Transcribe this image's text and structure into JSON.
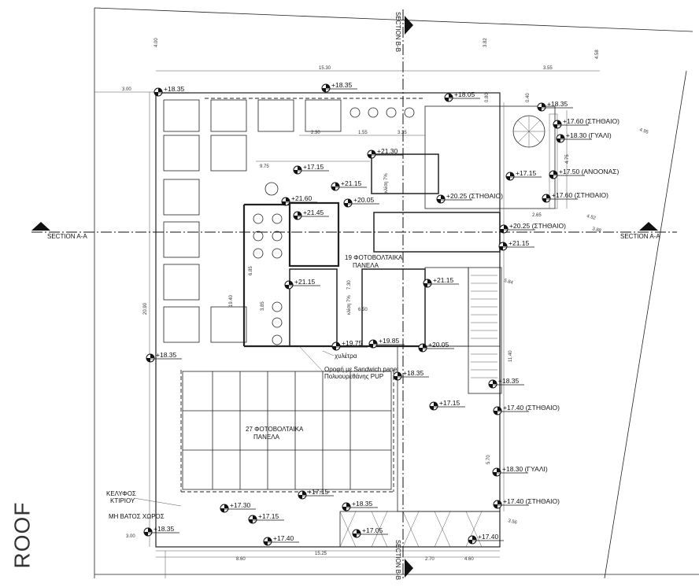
{
  "title": "ROOF",
  "sections": {
    "a_left": "SECTION A-A",
    "a_right": "SECTION A-A",
    "b_top": "SECTION B-B",
    "b_bottom": "SECTION B-B"
  },
  "labels": {
    "panels_19_line1": "19 ΦΟΤΟΒΟΛΤΑΙΚΑ",
    "panels_19_line2": "ΠΑΝΕΛΑ",
    "panels_27_line1": "27 ΦΟΤΟΒΟΛΤΑΙΚΑ",
    "panels_27_line2": "ΠΑΝΕΛΑ",
    "gutter": "χυλέτρα",
    "roof_note_line1": "Οροφή με Sandwich panel",
    "roof_note_line2": "Πολυουρεθάνης PUP",
    "shell_line1": "ΚΕΛΥΦΟΣ",
    "shell_line2": "ΚΤΙΡΙΟΥ",
    "non_walkable": "ΜΗ ΒΑΤΟΣ ΧΩΡΟΣ",
    "slope_1": "κλίση 7%",
    "slope_2": "κλίση 7%"
  },
  "levels": [
    "+18.35",
    "+18.35",
    "+18.05",
    "+18.35",
    "+17.60 (ΣΤΗΘΑΙΟ)",
    "+18.30 (ΓΥΑΛΙ)",
    "+17.50 (ΑΝΟΟΝΑΣ)",
    "+17.15",
    "+17.60 (ΣΤΗΘΑΙΟ)",
    "+20.25 (ΣΤΗΘΑΙΟ)",
    "+20.25 (ΣΤΗΘΑΙΟ)",
    "+21.15",
    "+21.30",
    "+21.15",
    "+20.05",
    "+17.15",
    "+21.60",
    "+21.45",
    "+21.15",
    "+21.15",
    "+19.75",
    "+19.85",
    "+20.05",
    "+18.35",
    "+17.15",
    "+18.35",
    "+17.40 (ΣΤΗΘΑΙΟ)",
    "+18.30 (ΓΥΑΛΙ)",
    "+17.40 (ΣΤΗΘΑΙΟ)",
    "+18.35",
    "+17.15",
    "+17.30",
    "+18.35",
    "+17.15",
    "+18.35",
    "+17.05",
    "+17.40",
    "+17.40"
  ],
  "dimensions": [
    "15.30",
    "3.55",
    "3.00",
    "4.00",
    "3.82",
    "4.58",
    "20.90",
    "8.60",
    "15.25",
    "2.70",
    "4.60",
    "4.95",
    "4.52",
    "3.88",
    "5.84",
    "11.40",
    "5.70",
    "3.56",
    "9.75",
    "2.30",
    "1.55",
    "3.35",
    "6.50",
    "7.30",
    "19.40",
    "6.85",
    "3.85",
    "3.00",
    "4.75",
    "2.65",
    "0.40",
    "0.80"
  ]
}
